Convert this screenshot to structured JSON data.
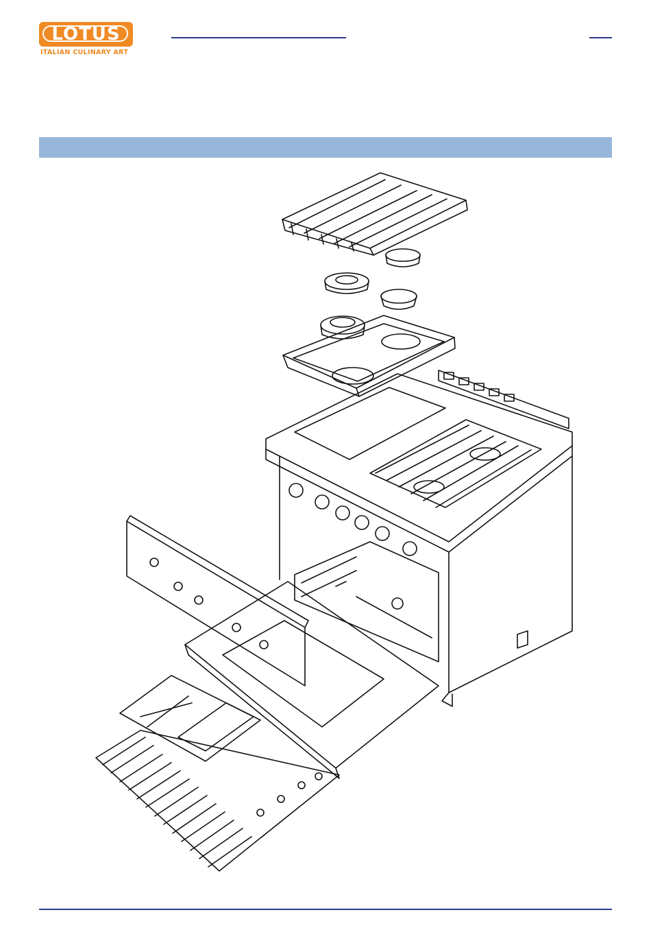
{
  "brand": {
    "name": "LOTUS",
    "tagline": "ITALIAN CULINARY ART",
    "color": "#f08a24"
  },
  "colors": {
    "rule": "#2b3a87",
    "section_bar": "#97b6da"
  },
  "figure": {
    "subject": "exploded-view-gas-range-with-oven"
  }
}
